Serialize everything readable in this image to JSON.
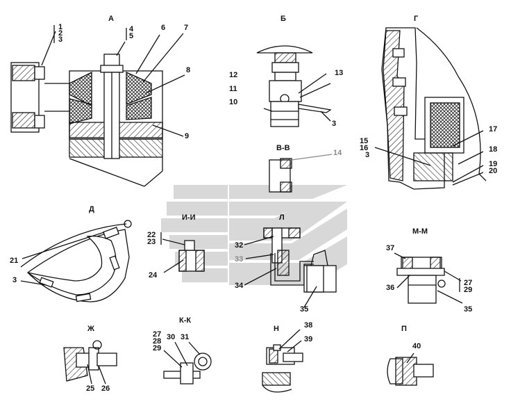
{
  "views": {
    "a": "А",
    "b": "Б",
    "g": "Г",
    "vv": "В-В",
    "d": "Д",
    "ii": "И-И",
    "l": "Л",
    "mm": "М-М",
    "zh": "Ж",
    "kk": "К-К",
    "n": "Н",
    "p": "П"
  },
  "callouts": {
    "c1": "1",
    "c2": "2",
    "c3a": "3",
    "c4": "4",
    "c5": "5",
    "c6": "6",
    "c7": "7",
    "c8": "8",
    "c9": "9",
    "c10": "10",
    "c11": "11",
    "c12": "12",
    "c13": "13",
    "c3b": "3",
    "c14": "14",
    "c15": "15",
    "c16": "16",
    "c3c": "3",
    "c17": "17",
    "c18": "18",
    "c19": "19",
    "c20": "20",
    "c21": "21",
    "c3d": "3",
    "c22": "22",
    "c23": "23",
    "c24": "24",
    "c32": "32",
    "c33": "33",
    "c34": "34",
    "c35a": "35",
    "c37": "37",
    "c36": "36",
    "c27a": "27",
    "c29a": "29",
    "c35b": "35",
    "c25": "25",
    "c26": "26",
    "c27b": "27",
    "c28": "28",
    "c29b": "29",
    "c30": "30",
    "c31": "31",
    "c38": "38",
    "c39": "39",
    "c40": "40"
  },
  "watermark_color": "#d8d8d8"
}
